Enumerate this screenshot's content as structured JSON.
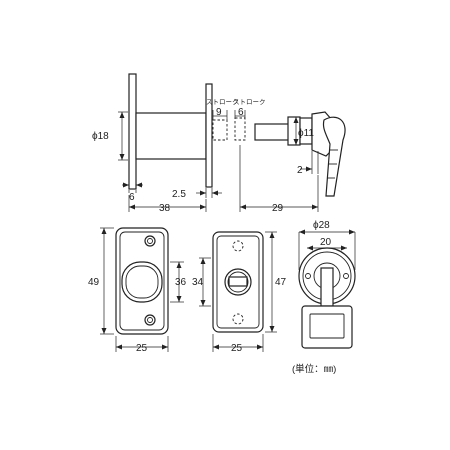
{
  "side_view": {
    "flange_dia": "ϕ18",
    "flange_thickness": "6",
    "body_length": "38",
    "nut_gap": "2.5",
    "stroke_label_1": "ストローク",
    "stroke_label_2": "ストローク",
    "stroke_1": "9",
    "stroke_2": "6",
    "pin_dia": "ϕ11",
    "knob_offset": "2",
    "pin_length": "29"
  },
  "front_view": {
    "height": "49",
    "inner_height": "36",
    "width": "25"
  },
  "back_view": {
    "inner_height": "34",
    "height": "47",
    "width": "25"
  },
  "knob_view": {
    "outer_dia": "ϕ28",
    "inner_width": "20"
  },
  "unit": "(単位：㎜)"
}
